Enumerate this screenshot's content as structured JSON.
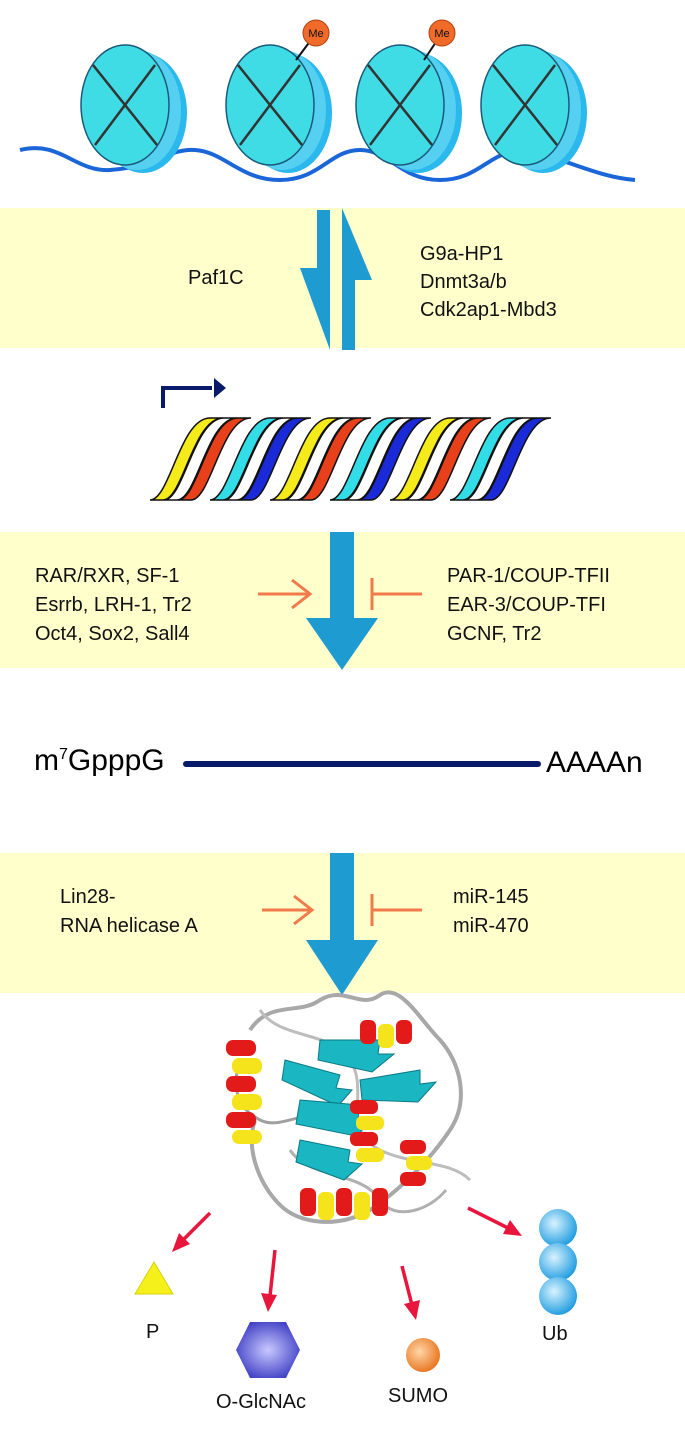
{
  "nucleosome": {
    "methyl_mark": "Me"
  },
  "chromatin_step": {
    "left_label": "Paf1C",
    "right_labels": [
      "G9a-HP1",
      "Dnmt3a/b",
      "Cdk2ap1-Mbd3"
    ]
  },
  "transcription_step": {
    "activators": [
      "RAR/RXR, SF-1",
      "Esrrb, LRH-1, Tr2",
      "Oct4, Sox2, Sall4"
    ],
    "repressors": [
      "PAR-1/COUP-TFII",
      "EAR-3/COUP-TFI",
      "GCNF, Tr2"
    ]
  },
  "mrna": {
    "cap": "m",
    "cap_sup": "7",
    "cap_rest": "GpppG",
    "tail": "AAAAn"
  },
  "translation_step": {
    "activators": [
      "Lin28-",
      "RNA helicase A"
    ],
    "repressors": [
      "miR-145",
      "miR-470"
    ]
  },
  "modifications": {
    "phospho": "P",
    "oglcnac": "O-GlcNAc",
    "sumo": "SUMO",
    "ubiquitin": "Ub"
  },
  "colors": {
    "band": "#ffffcc",
    "main_arrow": "#1e9bd0",
    "regulator": "#f07a4a",
    "mod_arrow": "#e8163c",
    "dna": "#1a66d8",
    "nucleosome": "#33dde8"
  }
}
